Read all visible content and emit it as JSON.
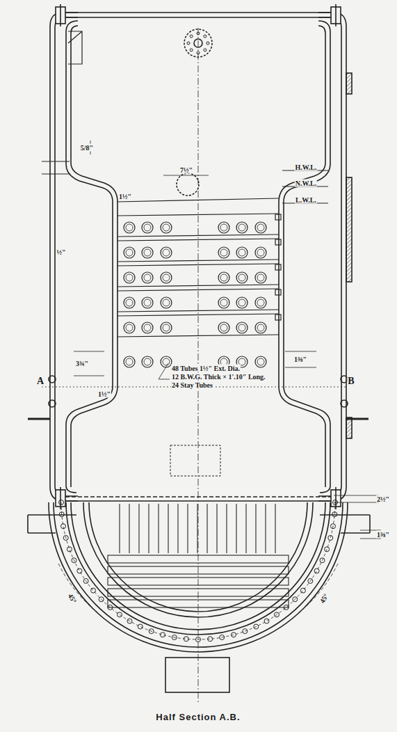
{
  "diagram": {
    "caption": "Half Section A.B.",
    "labels": [
      "5/8\"",
      "H.W.L.",
      "N.W.L.",
      "L.W.L.",
      "7½\"",
      "1½\"",
      "½\"",
      "3¾\"",
      "A",
      "B",
      "1½\"",
      "1⅜\"",
      "48 Tubes 1½\" Ext. Dia.",
      "12 B.W.G. Thick × 1'.10\" Long.",
      "24 Stay Tubes",
      "2½\"",
      "1⅜\"",
      "45°",
      "45°"
    ]
  }
}
